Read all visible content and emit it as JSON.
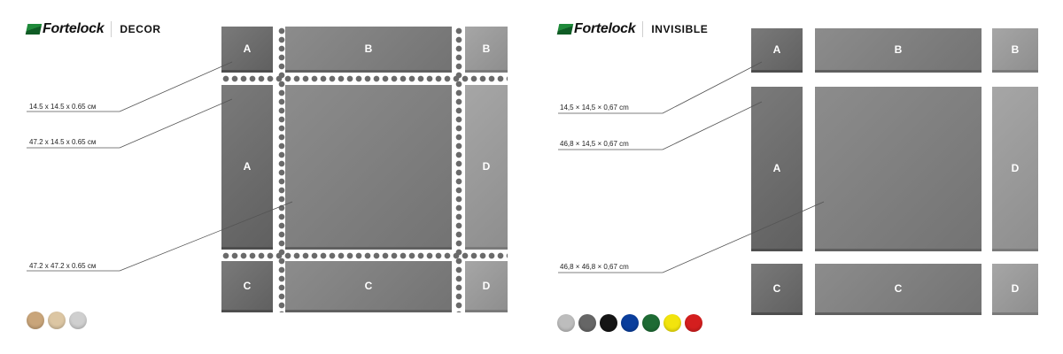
{
  "left": {
    "brand": "Fortelock",
    "line": "DECOR",
    "tiles": {
      "a": "A",
      "b": "B",
      "c": "C",
      "d": "D"
    },
    "dims": [
      "14.5 x 14.5 x 0.65 см",
      "47.2 x 14.5 x 0.65 см",
      "47.2 x 47.2 x 0.65 см"
    ],
    "swatches": [
      "#c9a57a",
      "#dcc6a3",
      "#cfcfcf"
    ]
  },
  "right": {
    "brand": "Fortelock",
    "line": "INVISIBLE",
    "tiles": {
      "a": "A",
      "b": "B",
      "c": "C",
      "d": "D"
    },
    "dims": [
      "14,5 × 14,5 × 0,67 cm",
      "46,8 × 14,5 × 0,67 cm",
      "46,8 × 46,8 × 0,67 cm"
    ],
    "swatches": [
      "#bdbdbd",
      "#666666",
      "#151515",
      "#0a3e9c",
      "#1e6b34",
      "#f2e40d",
      "#d41e1e"
    ]
  }
}
